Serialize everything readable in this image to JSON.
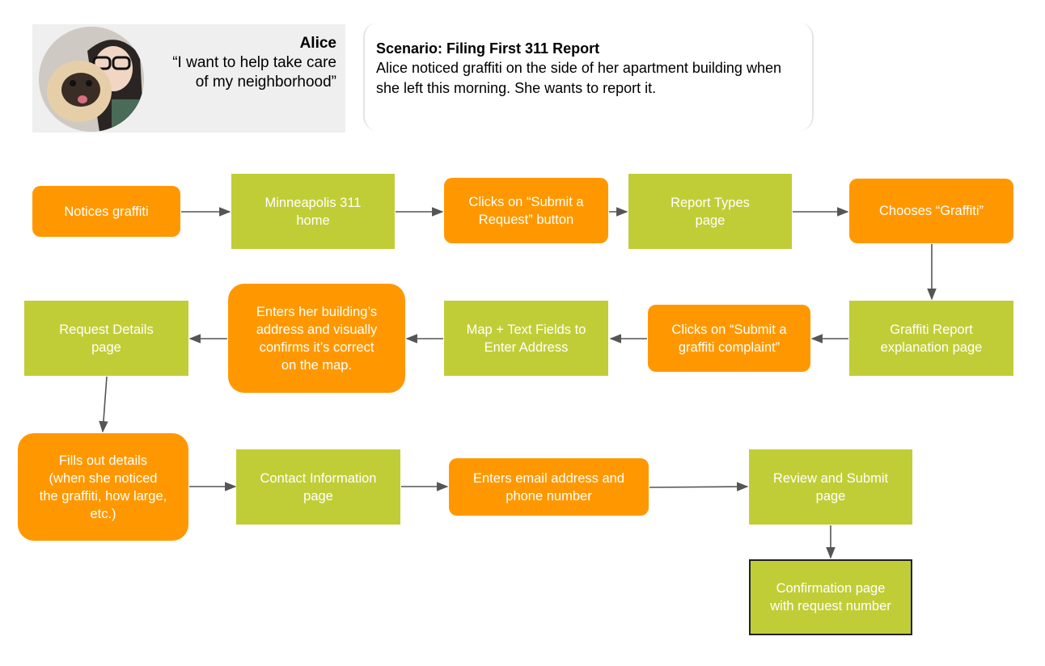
{
  "persona": {
    "name": "Alice",
    "quote": "“I want to help take care\nof my neighborhood”",
    "avatar_icon": "person-with-pug-photo"
  },
  "scenario": {
    "title": "Scenario: Filing First 311 Report",
    "body": "Alice noticed graffiti on the side of her apartment building when she left this morning. She wants to report it."
  },
  "colors": {
    "action": "#ff9800",
    "page": "#c1cd37",
    "arrow": "#555555"
  },
  "flow": {
    "nodes": [
      {
        "id": "n1",
        "type": "action",
        "label": "Notices graffiti"
      },
      {
        "id": "n2",
        "type": "page",
        "label": "Minneapolis 311\nhome"
      },
      {
        "id": "n3",
        "type": "action",
        "label": "Clicks on “Submit a\nRequest” button"
      },
      {
        "id": "n4",
        "type": "page",
        "label": "Report Types\npage"
      },
      {
        "id": "n5",
        "type": "action",
        "label": "Chooses “Graffiti”"
      },
      {
        "id": "n6",
        "type": "page",
        "label": "Graffiti Report\nexplanation page"
      },
      {
        "id": "n7",
        "type": "action",
        "label": "Clicks on “Submit a\ngraffiti complaint”"
      },
      {
        "id": "n8",
        "type": "page",
        "label": "Map + Text Fields to\nEnter Address"
      },
      {
        "id": "n9",
        "type": "action",
        "label": "Enters her building’s\naddress and visually\nconfirms it’s correct\non the map."
      },
      {
        "id": "n10",
        "type": "page",
        "label": "Request Details\npage"
      },
      {
        "id": "n11",
        "type": "action",
        "label": "Fills out details\n(when she noticed\nthe graffiti, how large,\netc.)"
      },
      {
        "id": "n12",
        "type": "page",
        "label": "Contact Information\npage"
      },
      {
        "id": "n13",
        "type": "action",
        "label": "Enters email address and\nphone number"
      },
      {
        "id": "n14",
        "type": "page",
        "label": "Review and Submit\npage"
      },
      {
        "id": "n15",
        "type": "page",
        "label": "Confirmation page\nwith request number"
      }
    ],
    "edges": [
      {
        "from": "n1",
        "to": "n2"
      },
      {
        "from": "n2",
        "to": "n3"
      },
      {
        "from": "n3",
        "to": "n4"
      },
      {
        "from": "n4",
        "to": "n5"
      },
      {
        "from": "n5",
        "to": "n6"
      },
      {
        "from": "n6",
        "to": "n7"
      },
      {
        "from": "n7",
        "to": "n8"
      },
      {
        "from": "n8",
        "to": "n9"
      },
      {
        "from": "n9",
        "to": "n10"
      },
      {
        "from": "n10",
        "to": "n11"
      },
      {
        "from": "n11",
        "to": "n12"
      },
      {
        "from": "n12",
        "to": "n13"
      },
      {
        "from": "n13",
        "to": "n14"
      },
      {
        "from": "n14",
        "to": "n15"
      }
    ]
  }
}
